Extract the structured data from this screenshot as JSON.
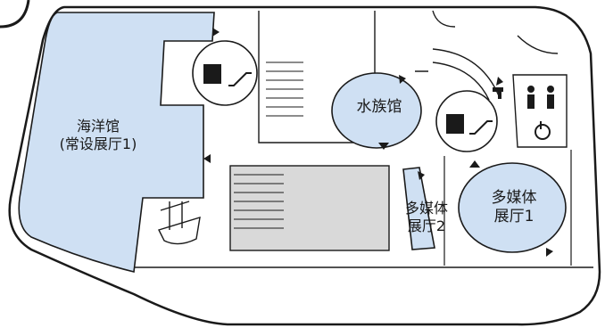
{
  "map": {
    "rooms": {
      "ocean_hall": {
        "line1": "海洋馆",
        "line2": "(常设展厅1)"
      },
      "aquarium": {
        "label": "水族馆"
      },
      "media_hall_1": {
        "line1": "多媒体",
        "line2": "展厅1"
      },
      "media_hall_2": {
        "line1": "多媒体",
        "line2": "展厅2"
      }
    },
    "icons": [
      "elevator-icon",
      "escalator-icon",
      "stairs-icon",
      "restroom-icon",
      "accessible-icon",
      "water-tap-icon",
      "ship-icon"
    ],
    "colors": {
      "room_fill": "#cfe0f3",
      "floor_fill": "#ffffff",
      "stairs_fill": "#d9d9d9",
      "outline": "#1a1a1a"
    }
  }
}
